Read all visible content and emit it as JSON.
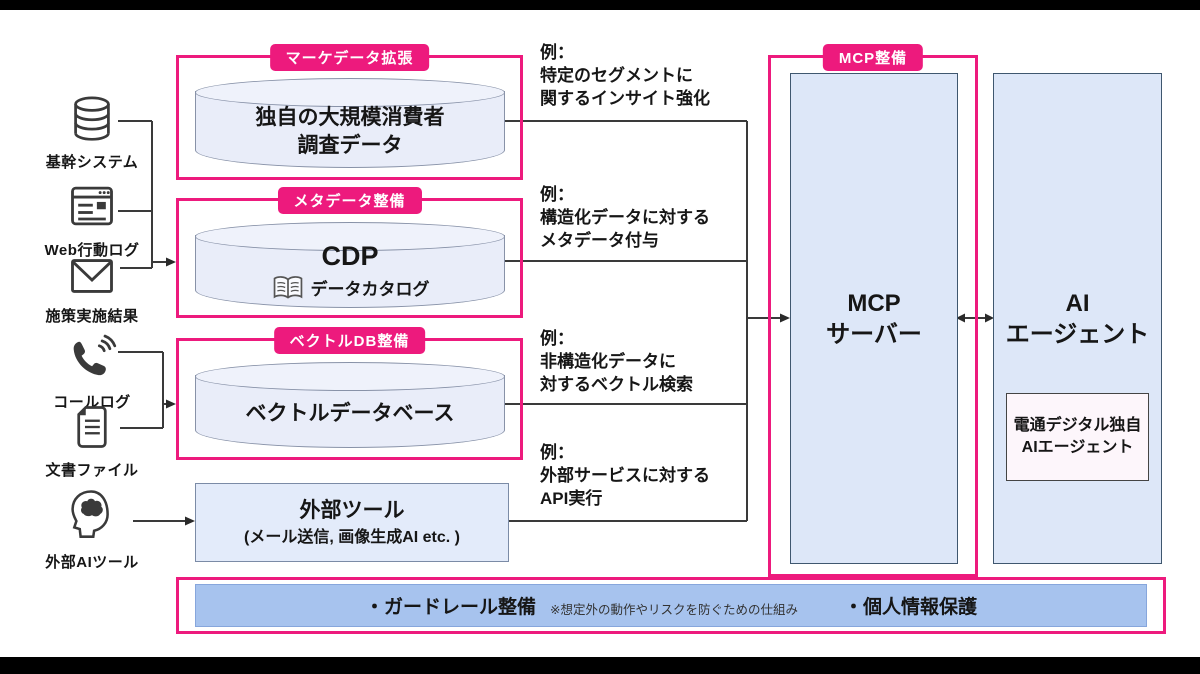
{
  "colors": {
    "accent_pink": "#ed1a7d",
    "cylinder_fill": "#e9edf9",
    "box_fill": "#dde7f8",
    "guardrail_fill": "#a7c3ee",
    "letterbox": "#000000"
  },
  "sources": [
    {
      "label": "基幹システム",
      "icon": "database-icon"
    },
    {
      "label": "Web行動ログ",
      "icon": "browser-icon"
    },
    {
      "label": "施策実施結果",
      "icon": "envelope-icon"
    },
    {
      "label": "コールログ",
      "icon": "phone-icon"
    },
    {
      "label": "文書ファイル",
      "icon": "document-icon"
    },
    {
      "label": "外部AIツール",
      "icon": "brain-icon"
    }
  ],
  "stores": [
    {
      "tag": "マーケデータ拡張",
      "line1": "独自の大規模消費者",
      "line2": "調査データ"
    },
    {
      "tag": "メタデータ整備",
      "title": "CDP",
      "catalog_label": "データカタログ"
    },
    {
      "tag": "ベクトルDB整備",
      "title": "ベクトルデータベース"
    }
  ],
  "external_tool": {
    "title": "外部ツール",
    "subtitle": "(メール送信, 画像生成AI etc. )"
  },
  "examples": [
    {
      "l1": "例：",
      "l2": "特定のセグメントに",
      "l3": "関するインサイト強化"
    },
    {
      "l1": "例：",
      "l2": "構造化データに対する",
      "l3": "メタデータ付与"
    },
    {
      "l1": "例：",
      "l2": "非構造化データに",
      "l3": "対するベクトル検索"
    },
    {
      "l1": "例：",
      "l2": "外部サービスに対する",
      "l3": "API実行"
    }
  ],
  "mcp": {
    "tag": "MCP整備",
    "line1": "MCP",
    "line2": "サーバー"
  },
  "ai_agent": {
    "line1": "AI",
    "line2": "エージェント",
    "inner_line1": "電通デジタル独自",
    "inner_line2": "AIエージェント"
  },
  "guardrail": {
    "item1": "・ガードレール整備",
    "note": "※想定外の動作やリスクを防ぐための仕組み",
    "item2": "・個人情報保護"
  }
}
